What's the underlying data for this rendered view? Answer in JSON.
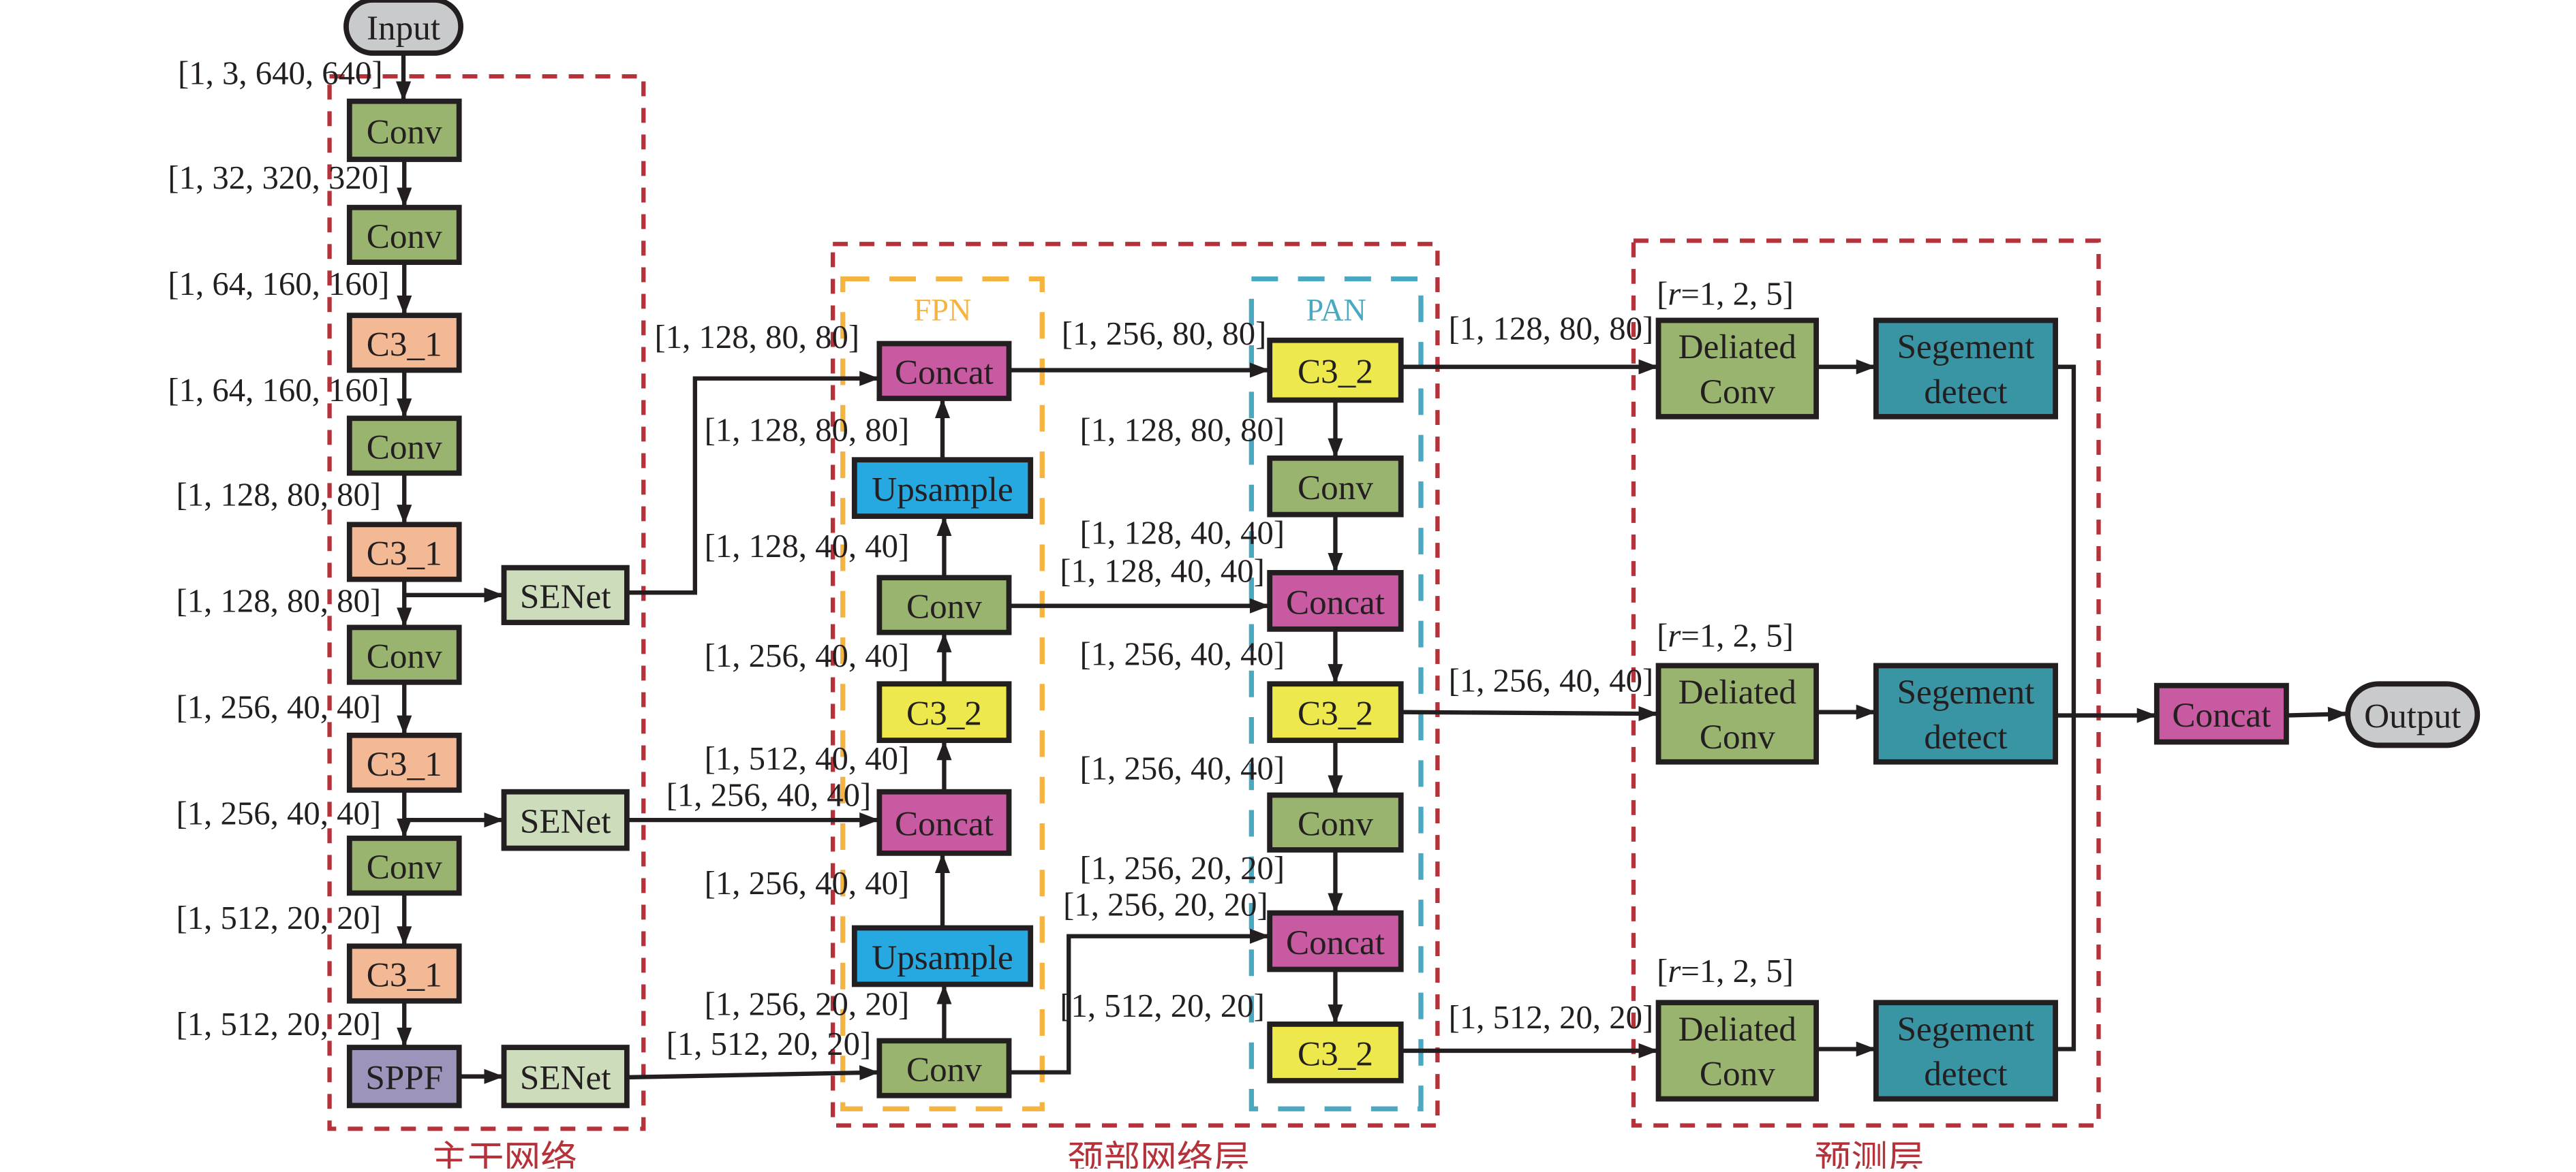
{
  "colors": {
    "stroke": "#231f20",
    "group_border": "#b5323a",
    "fpn_border": "#f5b33f",
    "pan_border": "#4aa8c0",
    "conv": "#98b46f",
    "c3_1": "#f2b994",
    "c3_2": "#ede94d",
    "senet": "#cddcbb",
    "sppf": "#9e93bb",
    "concat": "#c75aa0",
    "upsample": "#26a9e0",
    "segment": "#3995a3",
    "io": "#c9cacc"
  },
  "groups": {
    "backbone": "主干网络",
    "neck": "颈部网络层",
    "head": "预测层",
    "fpn": "FPN",
    "pan": "PAN"
  },
  "nodes": {
    "input": "Input",
    "output": "Output",
    "bb_conv1": "Conv",
    "bb_conv2": "Conv",
    "bb_c3_1a": "C3_1",
    "bb_conv3": "Conv",
    "bb_c3_1b": "C3_1",
    "bb_conv4": "Conv",
    "bb_c3_1c": "C3_1",
    "bb_conv5": "Conv",
    "bb_c3_1d": "C3_1",
    "bb_sppf": "SPPF",
    "senet1": "SENet",
    "senet2": "SENet",
    "senet3": "SENet",
    "fpn_concat1": "Concat",
    "fpn_upsample1": "Upsample",
    "fpn_conv1": "Conv",
    "fpn_c3_2": "C3_2",
    "fpn_concat2": "Concat",
    "fpn_upsample2": "Upsample",
    "fpn_conv2": "Conv",
    "pan_c3_2a": "C3_2",
    "pan_conv1": "Conv",
    "pan_concat1": "Concat",
    "pan_c3_2b": "C3_2",
    "pan_conv2": "Conv",
    "pan_concat2": "Concat",
    "pan_c3_2c": "C3_2",
    "dconv1": [
      "Deliated",
      "Conv"
    ],
    "dconv2": [
      "Deliated",
      "Conv"
    ],
    "dconv3": [
      "Deliated",
      "Conv"
    ],
    "seg1": [
      "Segement",
      "detect"
    ],
    "seg2": [
      "Segement",
      "detect"
    ],
    "seg3": [
      "Segement",
      "detect"
    ],
    "final_concat": "Concat"
  },
  "shape_labels": {
    "bb_in": "[1, 3, 640, 640]",
    "bb_conv1_out": "[1, 32, 320, 320]",
    "bb_conv2_out": "[1, 64, 160, 160]",
    "bb_c3a_out": "[1, 64, 160, 160]",
    "bb_conv3_out": "[1, 128, 80, 80]",
    "bb_c3b_out": "[1, 128, 80, 80]",
    "bb_conv4_out": "[1, 256, 40, 40]",
    "bb_c3c_out": "[1, 256, 40, 40]",
    "bb_conv5_out": "[1, 512, 20, 20]",
    "bb_c3d_out": "[1, 512, 20, 20]",
    "senet1_out": "[1, 128, 80, 80]",
    "fpn_up1_out": "[1, 128, 80, 80]",
    "fpn_conv1_out": "[1, 128, 40, 40]",
    "fpn_c3_out": "[1, 256, 40, 40]",
    "fpn_concat2_out": "[1, 512, 40, 40]",
    "senet2_out": "[1, 256, 40, 40]",
    "fpn_up2_out": "[1, 256, 40, 40]",
    "fpn_conv2_out": "[1, 256, 20, 20]",
    "senet3_out": "[1, 512, 20, 20]",
    "fpn_concat1_out": "[1, 256, 80, 80]",
    "pan_c3a_down": "[1, 128, 80, 80]",
    "pan_conv1_out": "[1, 128, 40, 40]",
    "fpn_conv1_side": "[1, 128, 40, 40]",
    "pan_concat1_out": "[1, 256, 40, 40]",
    "pan_c3b_down": "[1, 256, 40, 40]",
    "pan_conv2_out": "[1, 256, 20, 20]",
    "fpn_conv2_side": "[1, 256, 20, 20]",
    "fpn_conv2_side_in": "[1, 512, 20, 20]",
    "head_in1": "[1, 128, 80, 80]",
    "head_in2": "[1, 256, 40, 40]",
    "head_in3": "[1, 512, 20, 20]",
    "dilation1": "=1, 2, 5]",
    "dilation2": "=1, 2, 5]",
    "dilation3": "=1, 2, 5]",
    "dilation_var": "r"
  }
}
